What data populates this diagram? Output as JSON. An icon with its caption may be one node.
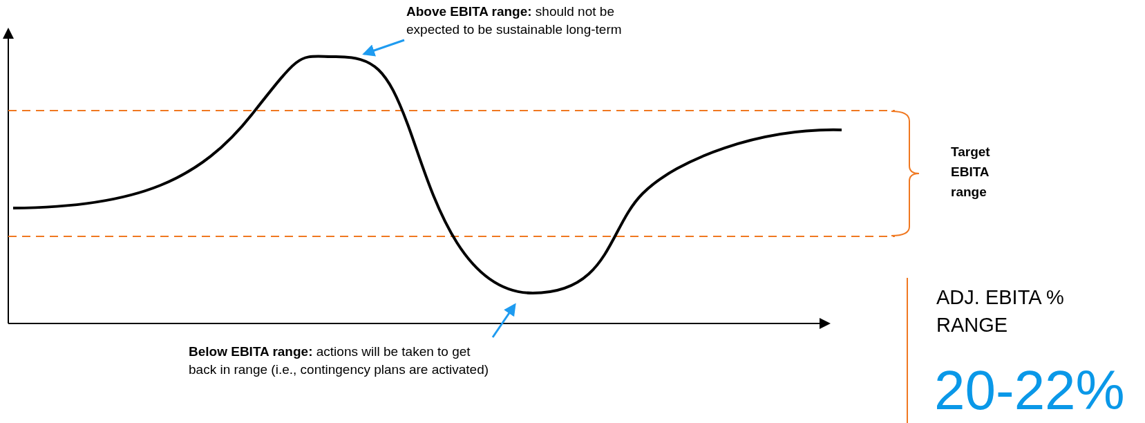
{
  "diagram": {
    "nodes": [
      {
        "text": [
          "**Above EBITA range:** should not be expected to be sustainable long-term"
        ]
      },
      {
        "text": [
          "**Below EBITA range:** actions will be taken to get back in range (i.e., contingency plans are activated)"
        ]
      }
    ],
    "edges": [
      {
        "from": 0,
        "to": null,
        "arrow": "to"
      },
      {
        "from": 1,
        "to": null,
        "arrow": "to"
      }
    ],
    "labels": [
      "Target EBITA range",
      "ADJ. EBITA % RANGE",
      "20-22%"
    ]
  }
}
